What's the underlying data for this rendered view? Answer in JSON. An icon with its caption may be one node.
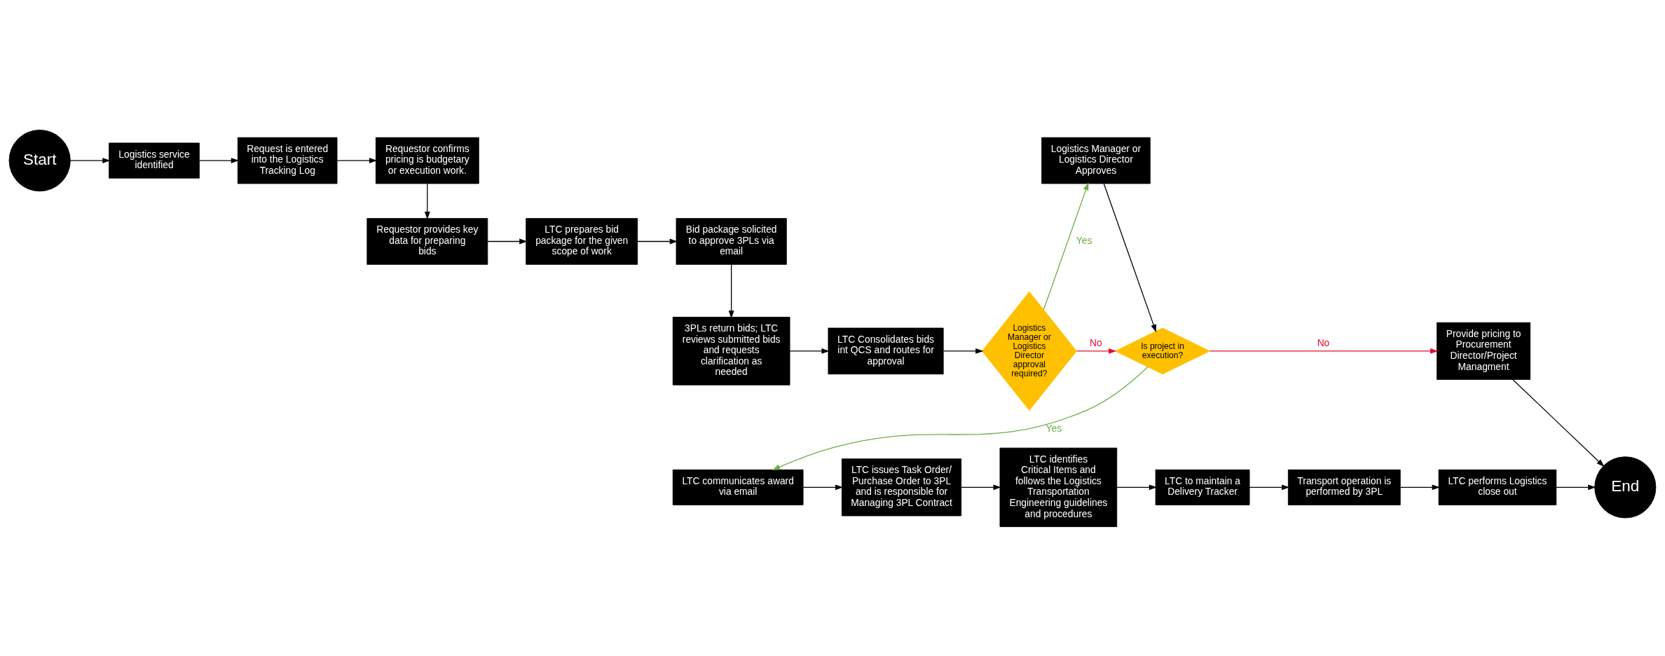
{
  "diagram": {
    "nodes": [
      {
        "text": [
          "Start"
        ]
      },
      {
        "text": [
          "Logistics service identified"
        ]
      },
      {
        "text": [
          "Request is entered into the Logistics Tracking Log"
        ]
      },
      {
        "text": [
          "Requestor confirms pricing is budgetary or execution work."
        ]
      },
      {
        "text": [
          "Logistics Manager or Logistics Director Approves"
        ]
      },
      {
        "text": [
          "Requestor provides key data for preparing bids"
        ]
      },
      {
        "text": [
          "LTC prepares bid package for the given scope of work"
        ]
      },
      {
        "text": [
          "Bid package solicited to approve 3PLs via email"
        ]
      },
      {
        "text": [
          "Logistics Manager or Logistics Director approval required?"
        ]
      },
      {
        "text": [
          "Is project in execution?"
        ]
      },
      {
        "text": [
          "Provide pricing to Procurement Director/Project Managment"
        ]
      },
      {
        "text": [
          "3PLs return bids; LTC reviews submitted bids and requests clarification as needed"
        ]
      },
      {
        "text": [
          "LTC Consolidates bids int QCS and routes for approval"
        ]
      },
      {
        "text": [
          "LTC communicates award via email"
        ]
      },
      {
        "text": [
          "LTC issues Task Order/ Purchase Order to 3PL and is responsible for Managing 3PL Contract"
        ]
      },
      {
        "text": [
          "LTC identifies Critical Items and follows the Logistics Transportation Engineering guidelines and procedures"
        ]
      },
      {
        "text": [
          "LTC to maintain a Delivery Tracker"
        ]
      },
      {
        "text": [
          "Transport operation is performed by 3PL"
        ]
      },
      {
        "text": [
          "LTC performs Logistics close out"
        ]
      },
      {
        "text": [
          "End"
        ]
      }
    ],
    "edges": [
      {
        "from": 0,
        "to": 1,
        "arrow": "to"
      },
      {
        "from": 1,
        "to": 2,
        "arrow": "to"
      },
      {
        "from": 2,
        "to": 3,
        "arrow": "to"
      },
      {
        "from": 3,
        "to": 5,
        "arrow": "to"
      },
      {
        "from": 5,
        "to": 6,
        "arrow": "to"
      },
      {
        "from": 6,
        "to": 7,
        "arrow": "to"
      },
      {
        "from": 7,
        "to": 11,
        "arrow": "to"
      },
      {
        "from": 11,
        "to": 12,
        "arrow": "to"
      },
      {
        "from": 12,
        "to": 8,
        "arrow": "to"
      },
      {
        "from": 8,
        "to": 4,
        "arrow": "to",
        "label": "Yes",
        "color": "#70ad47"
      },
      {
        "from": 8,
        "to": 9,
        "arrow": "to",
        "label": "No",
        "color": "#e0102f"
      },
      {
        "from": 4,
        "to": 9,
        "arrow": "to"
      },
      {
        "from": 9,
        "to": 10,
        "arrow": "to",
        "label": "No",
        "color": "#e0102f"
      },
      {
        "from": 9,
        "to": 13,
        "arrow": "to",
        "label": "Yes",
        "color": "#70ad47"
      },
      {
        "from": 10,
        "to": 19,
        "arrow": "to"
      },
      {
        "from": 13,
        "to": 14,
        "arrow": "to"
      },
      {
        "from": 14,
        "to": 15,
        "arrow": "to"
      },
      {
        "from": 15,
        "to": 16,
        "arrow": "to"
      },
      {
        "from": 16,
        "to": 17,
        "arrow": "to"
      },
      {
        "from": 17,
        "to": 18,
        "arrow": "to"
      },
      {
        "from": 18,
        "to": 19,
        "arrow": "to"
      }
    ]
  }
}
